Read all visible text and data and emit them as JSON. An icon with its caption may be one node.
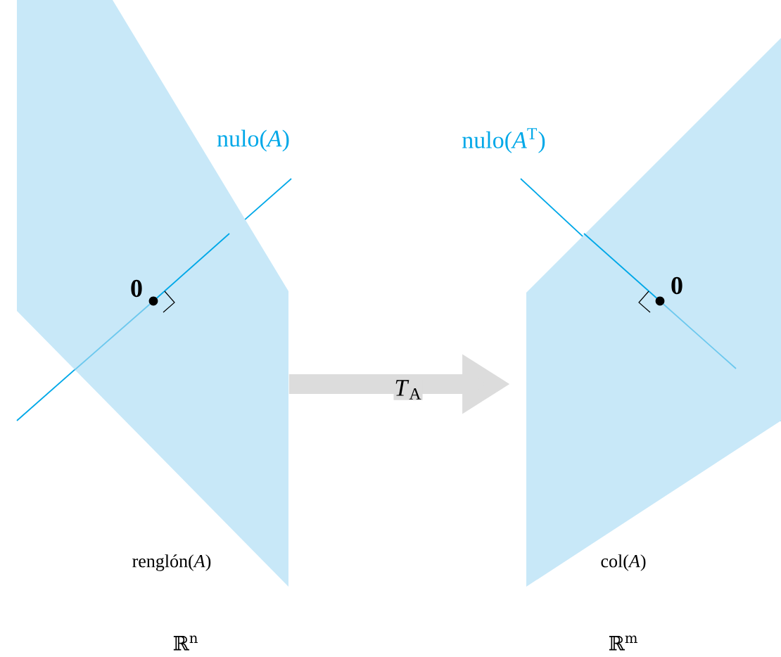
{
  "diagram": {
    "nodes": [
      {
        "text": [
          "renglón(*A*)"
        ]
      },
      {
        "text": [
          "col(*A*)"
        ]
      }
    ],
    "edges": [
      {
        "from": 0,
        "to": 1,
        "arrow": "to",
        "label": "*T*$_{A}$"
      }
    ],
    "labels": [
      "nulo(*A*)",
      "nulo(*A*$^{T}$)",
      "0",
      "0",
      "ℝ$^{n}$",
      "ℝ$^{m}$"
    ]
  }
}
